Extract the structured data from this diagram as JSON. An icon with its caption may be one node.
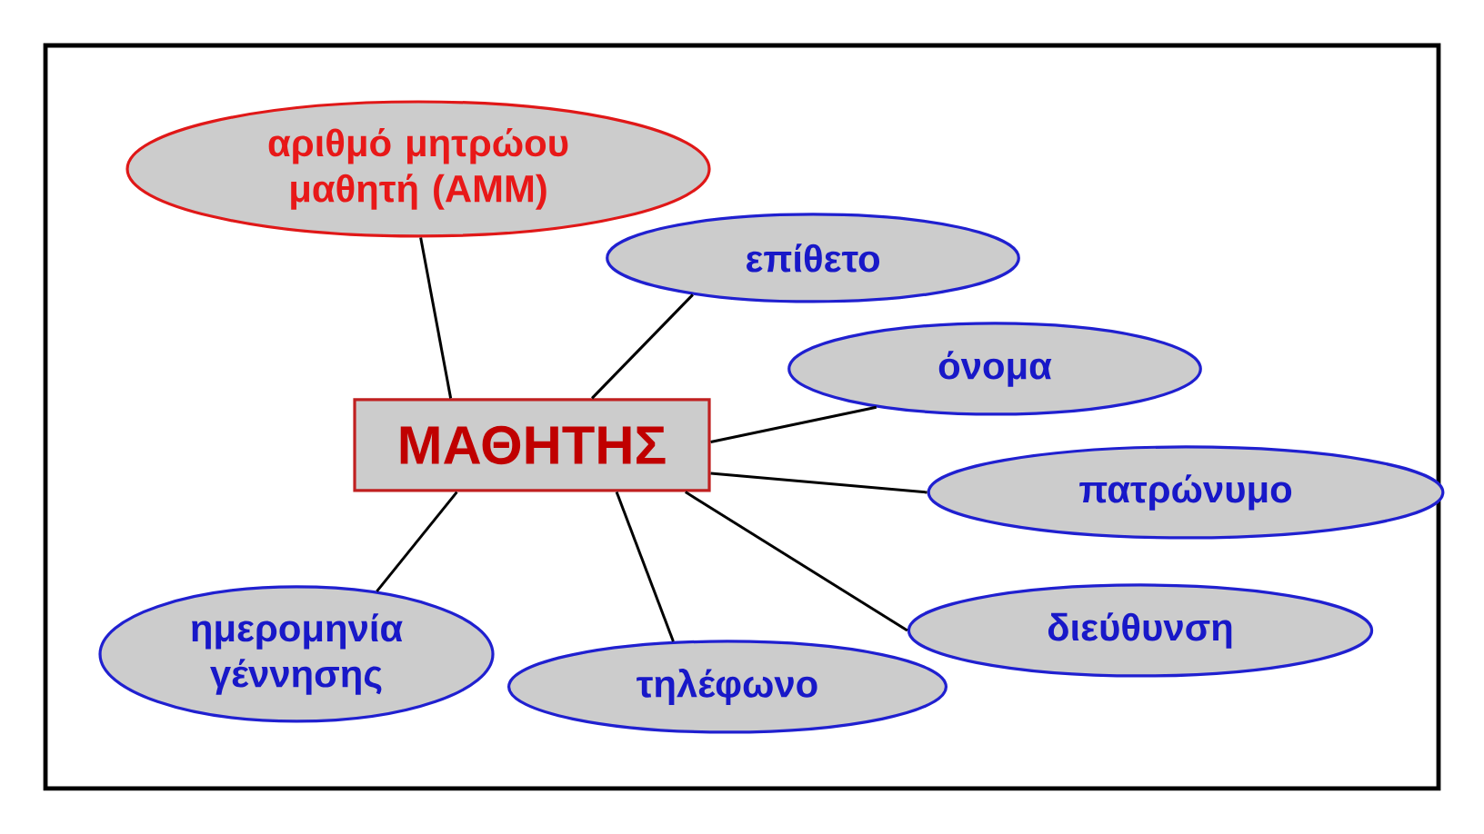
{
  "diagram": {
    "nodes": [
      {
        "text": [
          "αριθμό μητρώου μαθητή (ΑΜΜ)"
        ]
      },
      {
        "text": [
          "επίθετο"
        ]
      },
      {
        "text": [
          "όνομα"
        ]
      },
      {
        "text": [
          "ΜΑΘΗΤΗΣ"
        ]
      },
      {
        "text": [
          "πατρώνυμο"
        ]
      },
      {
        "text": [
          "ημερομηνία γέννησης"
        ]
      },
      {
        "text": [
          "διεύθυνση"
        ]
      },
      {
        "text": [
          "τηλέφωνο"
        ]
      }
    ],
    "edges": [
      {
        "from": 3,
        "to": 0,
        "arrow": "none"
      },
      {
        "from": 3,
        "to": 1,
        "arrow": "none"
      },
      {
        "from": 3,
        "to": 2,
        "arrow": "none"
      },
      {
        "from": 3,
        "to": 4,
        "arrow": "none"
      },
      {
        "from": 3,
        "to": 6,
        "arrow": "none"
      },
      {
        "from": 3,
        "to": 7,
        "arrow": "none"
      },
      {
        "from": 3,
        "to": 5,
        "arrow": "none"
      }
    ]
  }
}
